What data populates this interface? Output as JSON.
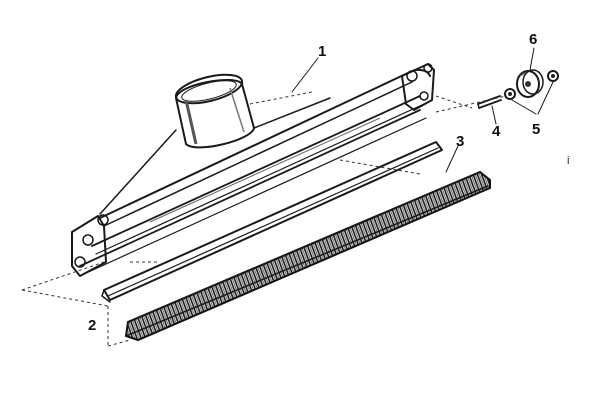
{
  "callouts": {
    "c1": "1",
    "c2": "2",
    "c3": "3",
    "c4": "4",
    "c5": "5",
    "c6": "6",
    "mark": "i"
  },
  "colors": {
    "ink": "#1a1a1a",
    "paper": "#ffffff",
    "shade": "#555555"
  }
}
